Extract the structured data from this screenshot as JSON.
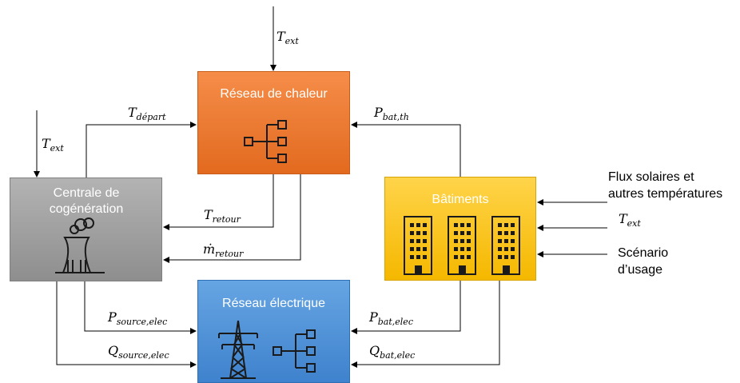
{
  "boxes": {
    "chaleur": {
      "title": "Réseau de chaleur",
      "color": "#ed7d31"
    },
    "centrale": {
      "title": "Centrale de cogénération",
      "color": "#a6a6a6"
    },
    "batiments": {
      "title": "Bâtiments",
      "color": "#ffc000"
    },
    "electrique": {
      "title": "Réseau électrique",
      "color": "#5b9bd5"
    }
  },
  "signals": {
    "t_ext_top": {
      "base": "T",
      "sub": "ext"
    },
    "t_ext_left": {
      "base": "T",
      "sub": "ext"
    },
    "t_depart": {
      "base": "T",
      "sub": "départ"
    },
    "p_bat_th": {
      "base": "P",
      "sub": "bat,th"
    },
    "t_retour": {
      "base": "T",
      "sub": "retour"
    },
    "m_retour": {
      "base": "ṁ",
      "sub": "retour"
    },
    "p_source_elec": {
      "base": "P",
      "sub": "source,elec"
    },
    "q_source_elec": {
      "base": "Q",
      "sub": "source,elec"
    },
    "p_bat_elec": {
      "base": "P",
      "sub": "bat,elec"
    },
    "q_bat_elec": {
      "base": "Q",
      "sub": "bat,elec"
    },
    "t_ext_right": {
      "base": "T",
      "sub": "ext"
    }
  },
  "external_inputs": {
    "flux_line1": "Flux solaires et",
    "flux_line2": "autres températures",
    "scenario_line1": "Scénario",
    "scenario_line2": "d’usage"
  },
  "icons": {
    "chaleur": "hierarchy-network-icon",
    "centrale": "cooling-tower-icon",
    "batiments": "apartment-buildings-icon",
    "electrique_1": "transmission-tower-icon",
    "electrique_2": "hierarchy-network-icon"
  }
}
